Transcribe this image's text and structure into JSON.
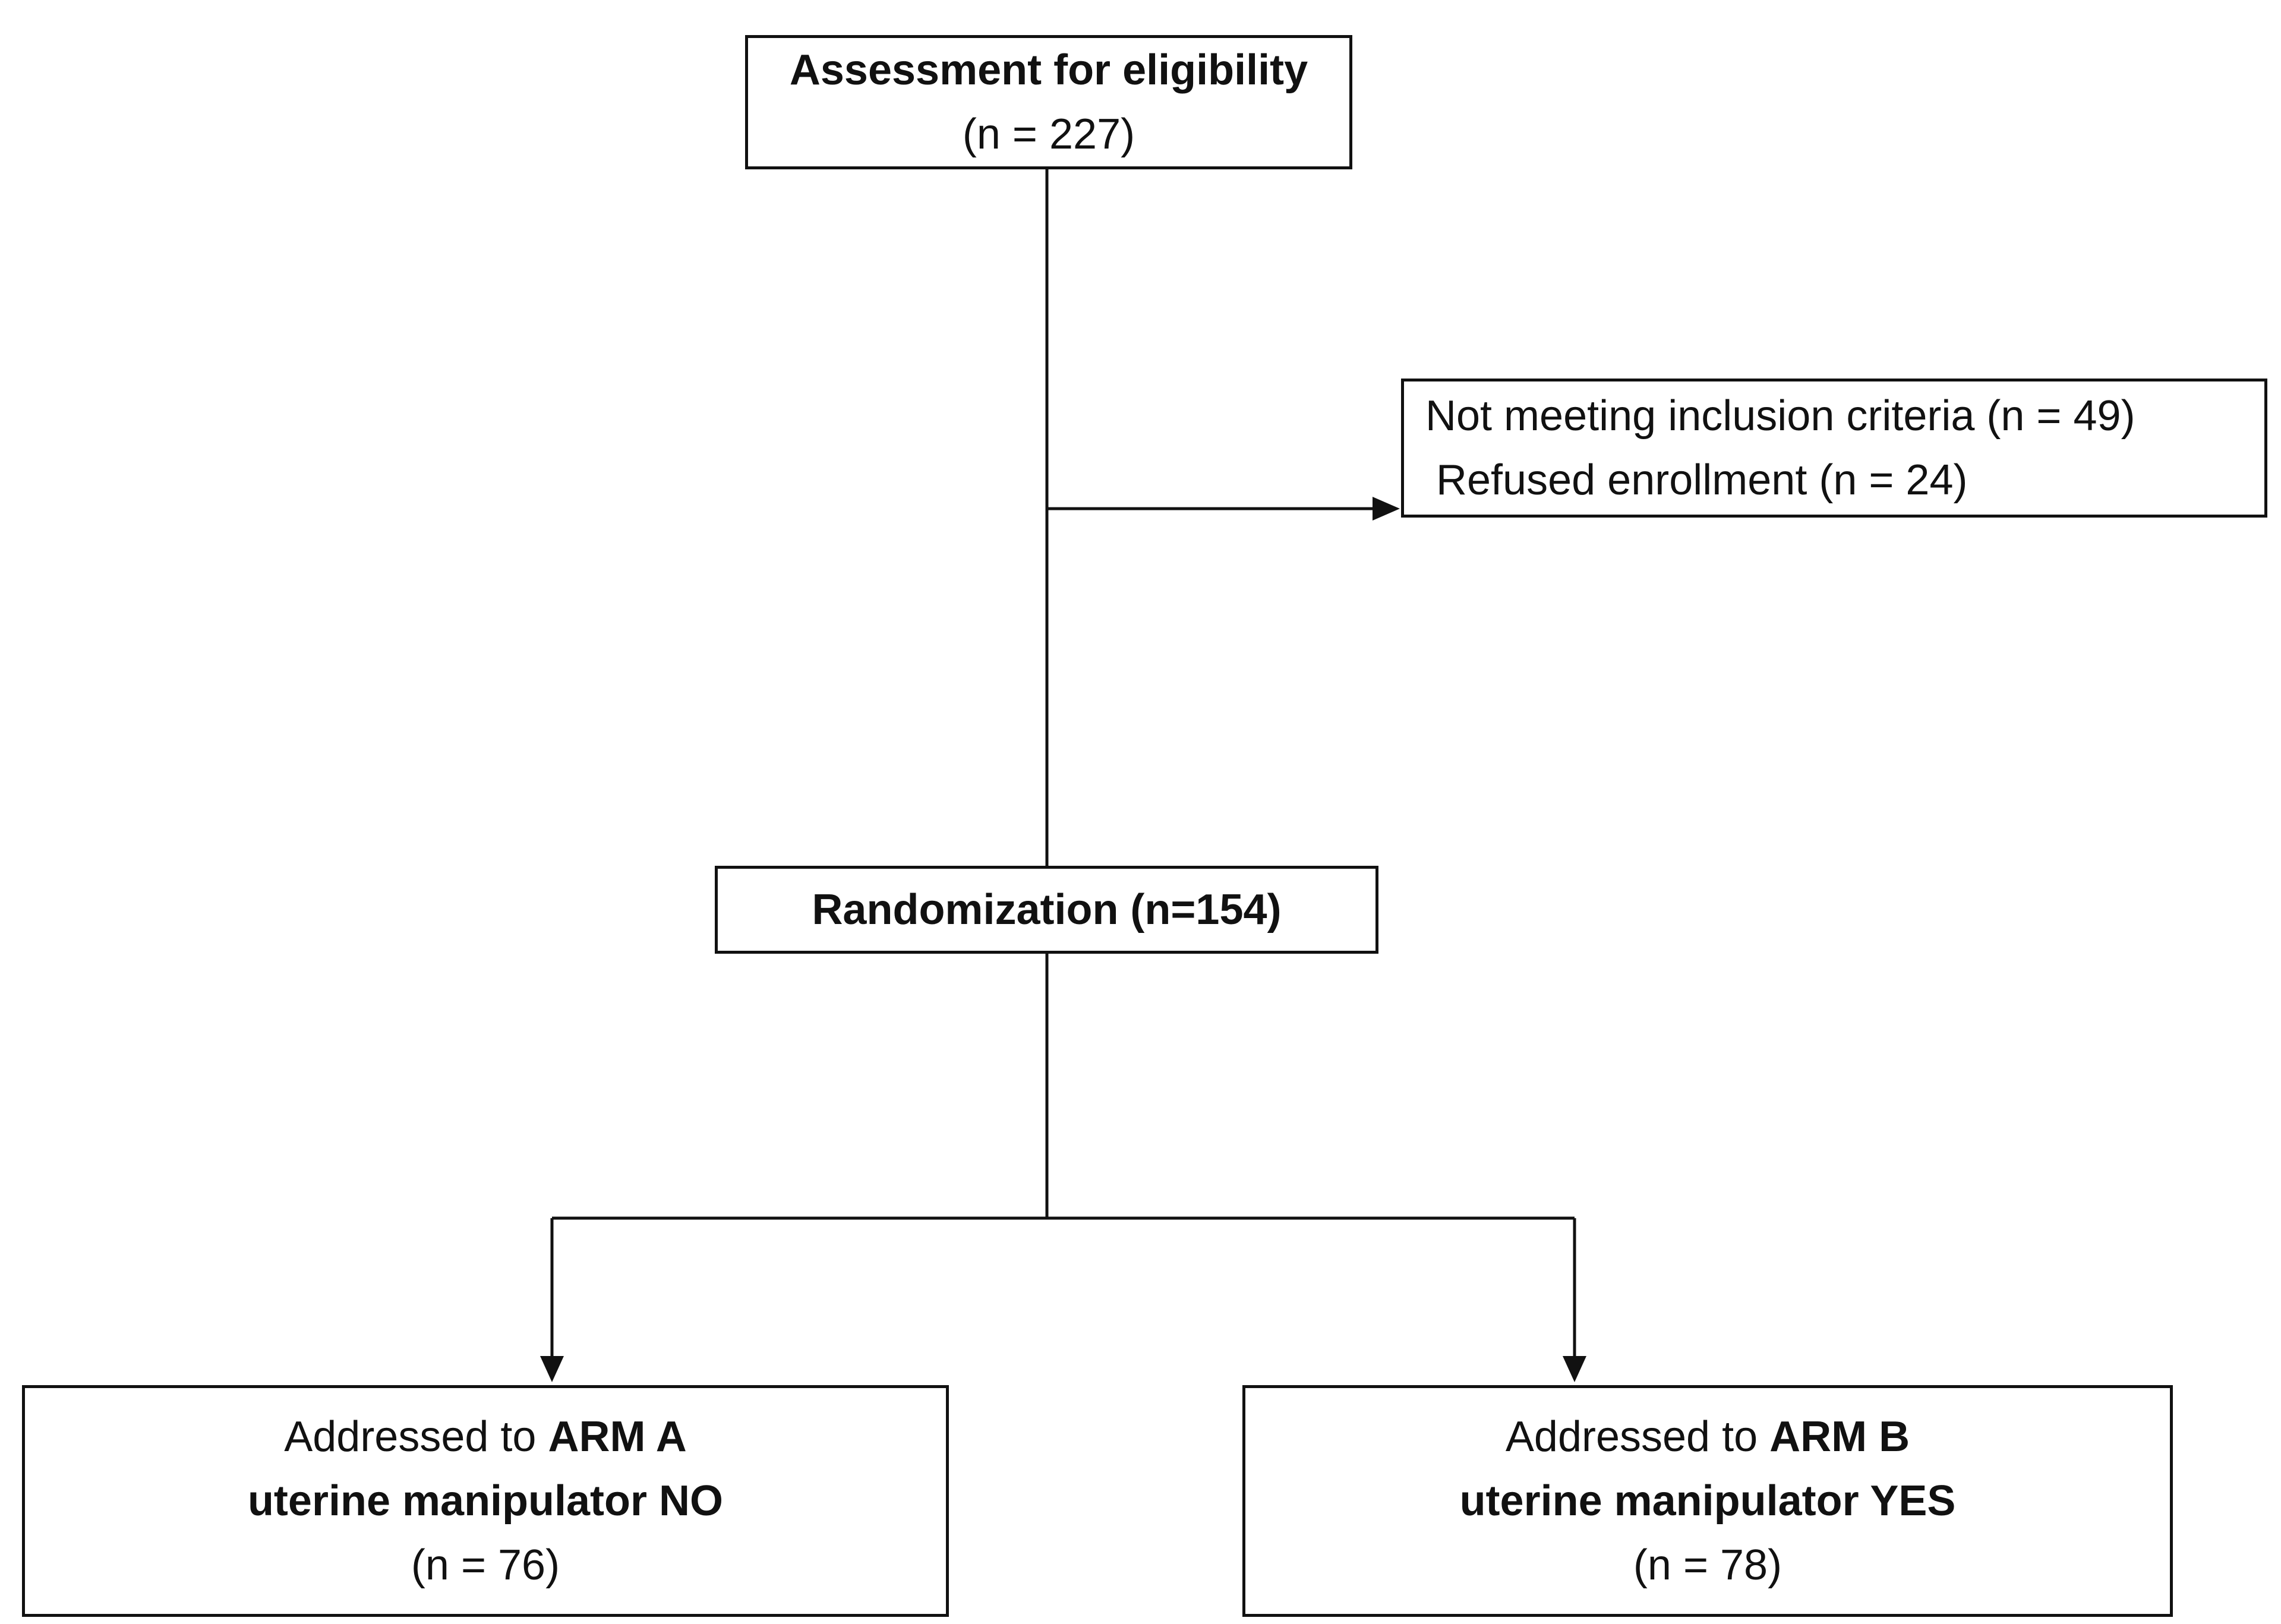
{
  "assessment": {
    "title": "Assessment for eligibility",
    "count": "(n = 227)"
  },
  "exclusion": {
    "line1": "Not meeting inclusion criteria (n = 49)",
    "line2": "Refused enrollment (n = 24)"
  },
  "randomization": {
    "label": "Randomization (n=154)"
  },
  "arm_a": {
    "prefix": "Addressed to ",
    "arm": "ARM A",
    "line2": "uterine manipulator NO",
    "count": "(n = 76)"
  },
  "arm_b": {
    "prefix": "Addressed to ",
    "arm": "ARM B",
    "line2": "uterine manipulator YES",
    "count": "(n = 78)"
  }
}
